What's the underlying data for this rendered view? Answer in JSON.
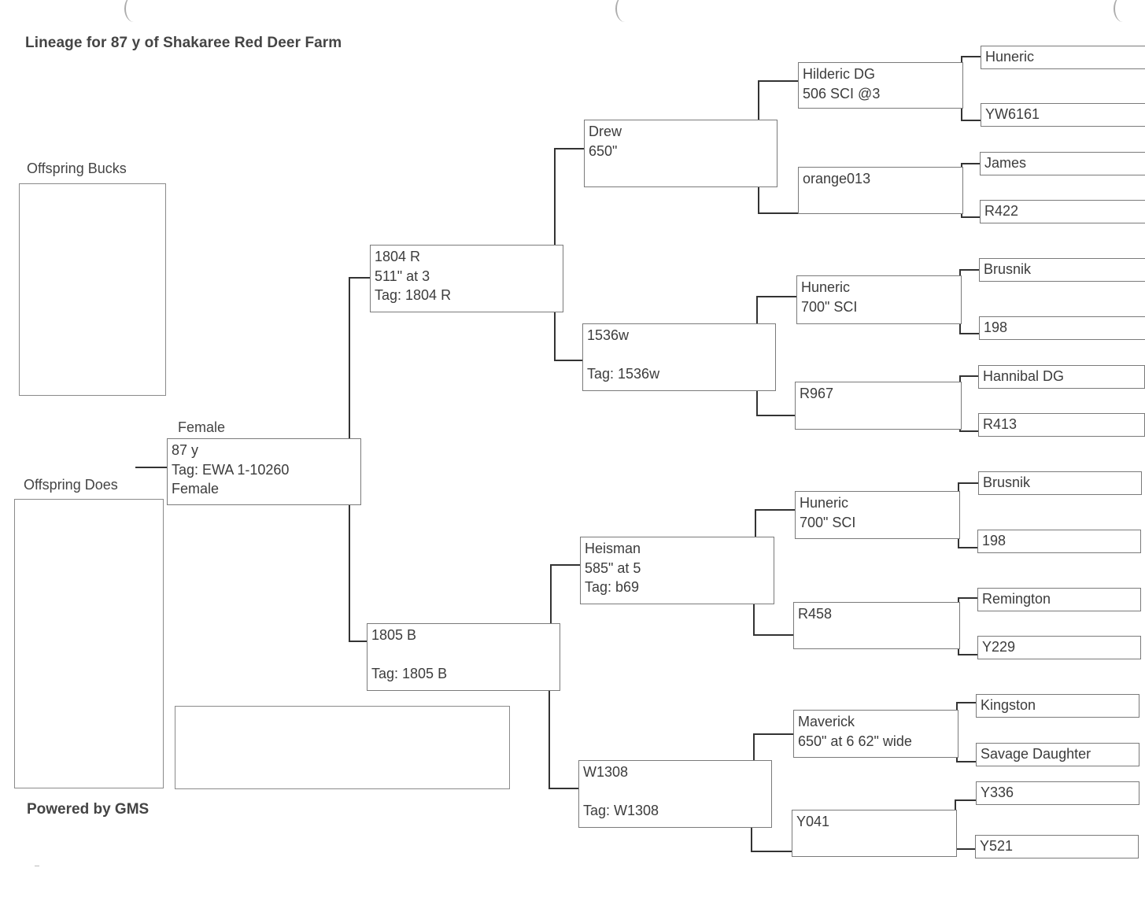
{
  "header": {
    "title": "Lineage for 87 y of Shakaree Red Deer Farm"
  },
  "footer": {
    "powered_by": "Powered by GMS"
  },
  "offspring": {
    "bucks_label": "Offspring Bucks",
    "does_label": "Offspring Does"
  },
  "subject": {
    "sex_label": "Female",
    "lines": [
      "87 y",
      "Tag: EWA 1-10260",
      "Female"
    ]
  },
  "parents": {
    "sire": {
      "lines": [
        "1804 R",
        "511\" at 3",
        "Tag: 1804 R"
      ]
    },
    "dam": {
      "lines": [
        "1805 B",
        "",
        "Tag: 1805 B"
      ]
    }
  },
  "grandparents": {
    "sire_sire": {
      "lines": [
        "Drew",
        "650\""
      ]
    },
    "sire_dam": {
      "lines": [
        "1536w",
        "",
        "Tag: 1536w"
      ]
    },
    "dam_sire": {
      "lines": [
        "Heisman",
        "585\" at 5",
        "Tag: b69"
      ]
    },
    "dam_dam": {
      "lines": [
        "W1308",
        "",
        "Tag: W1308"
      ]
    }
  },
  "great_grandparents": [
    {
      "lines": [
        "Hilderic DG",
        "506 SCI @3"
      ]
    },
    {
      "lines": [
        "orange013"
      ]
    },
    {
      "lines": [
        "Huneric",
        "700\" SCI"
      ]
    },
    {
      "lines": [
        "R967"
      ]
    },
    {
      "lines": [
        "Huneric",
        "700\" SCI"
      ]
    },
    {
      "lines": [
        "R458"
      ]
    },
    {
      "lines": [
        "Maverick",
        "650\" at 6  62\" wide"
      ]
    },
    {
      "lines": [
        "Y041"
      ]
    }
  ],
  "great_great_grandparents": [
    "Huneric",
    "YW6161",
    "James",
    "R422",
    "Brusnik",
    "198",
    "Hannibal DG",
    "R413",
    "Brusnik",
    "198",
    "Remington",
    "Y229",
    "Kingston",
    "Savage Daughter",
    "Y336",
    "Y521"
  ],
  "notes": {
    "text": ""
  }
}
